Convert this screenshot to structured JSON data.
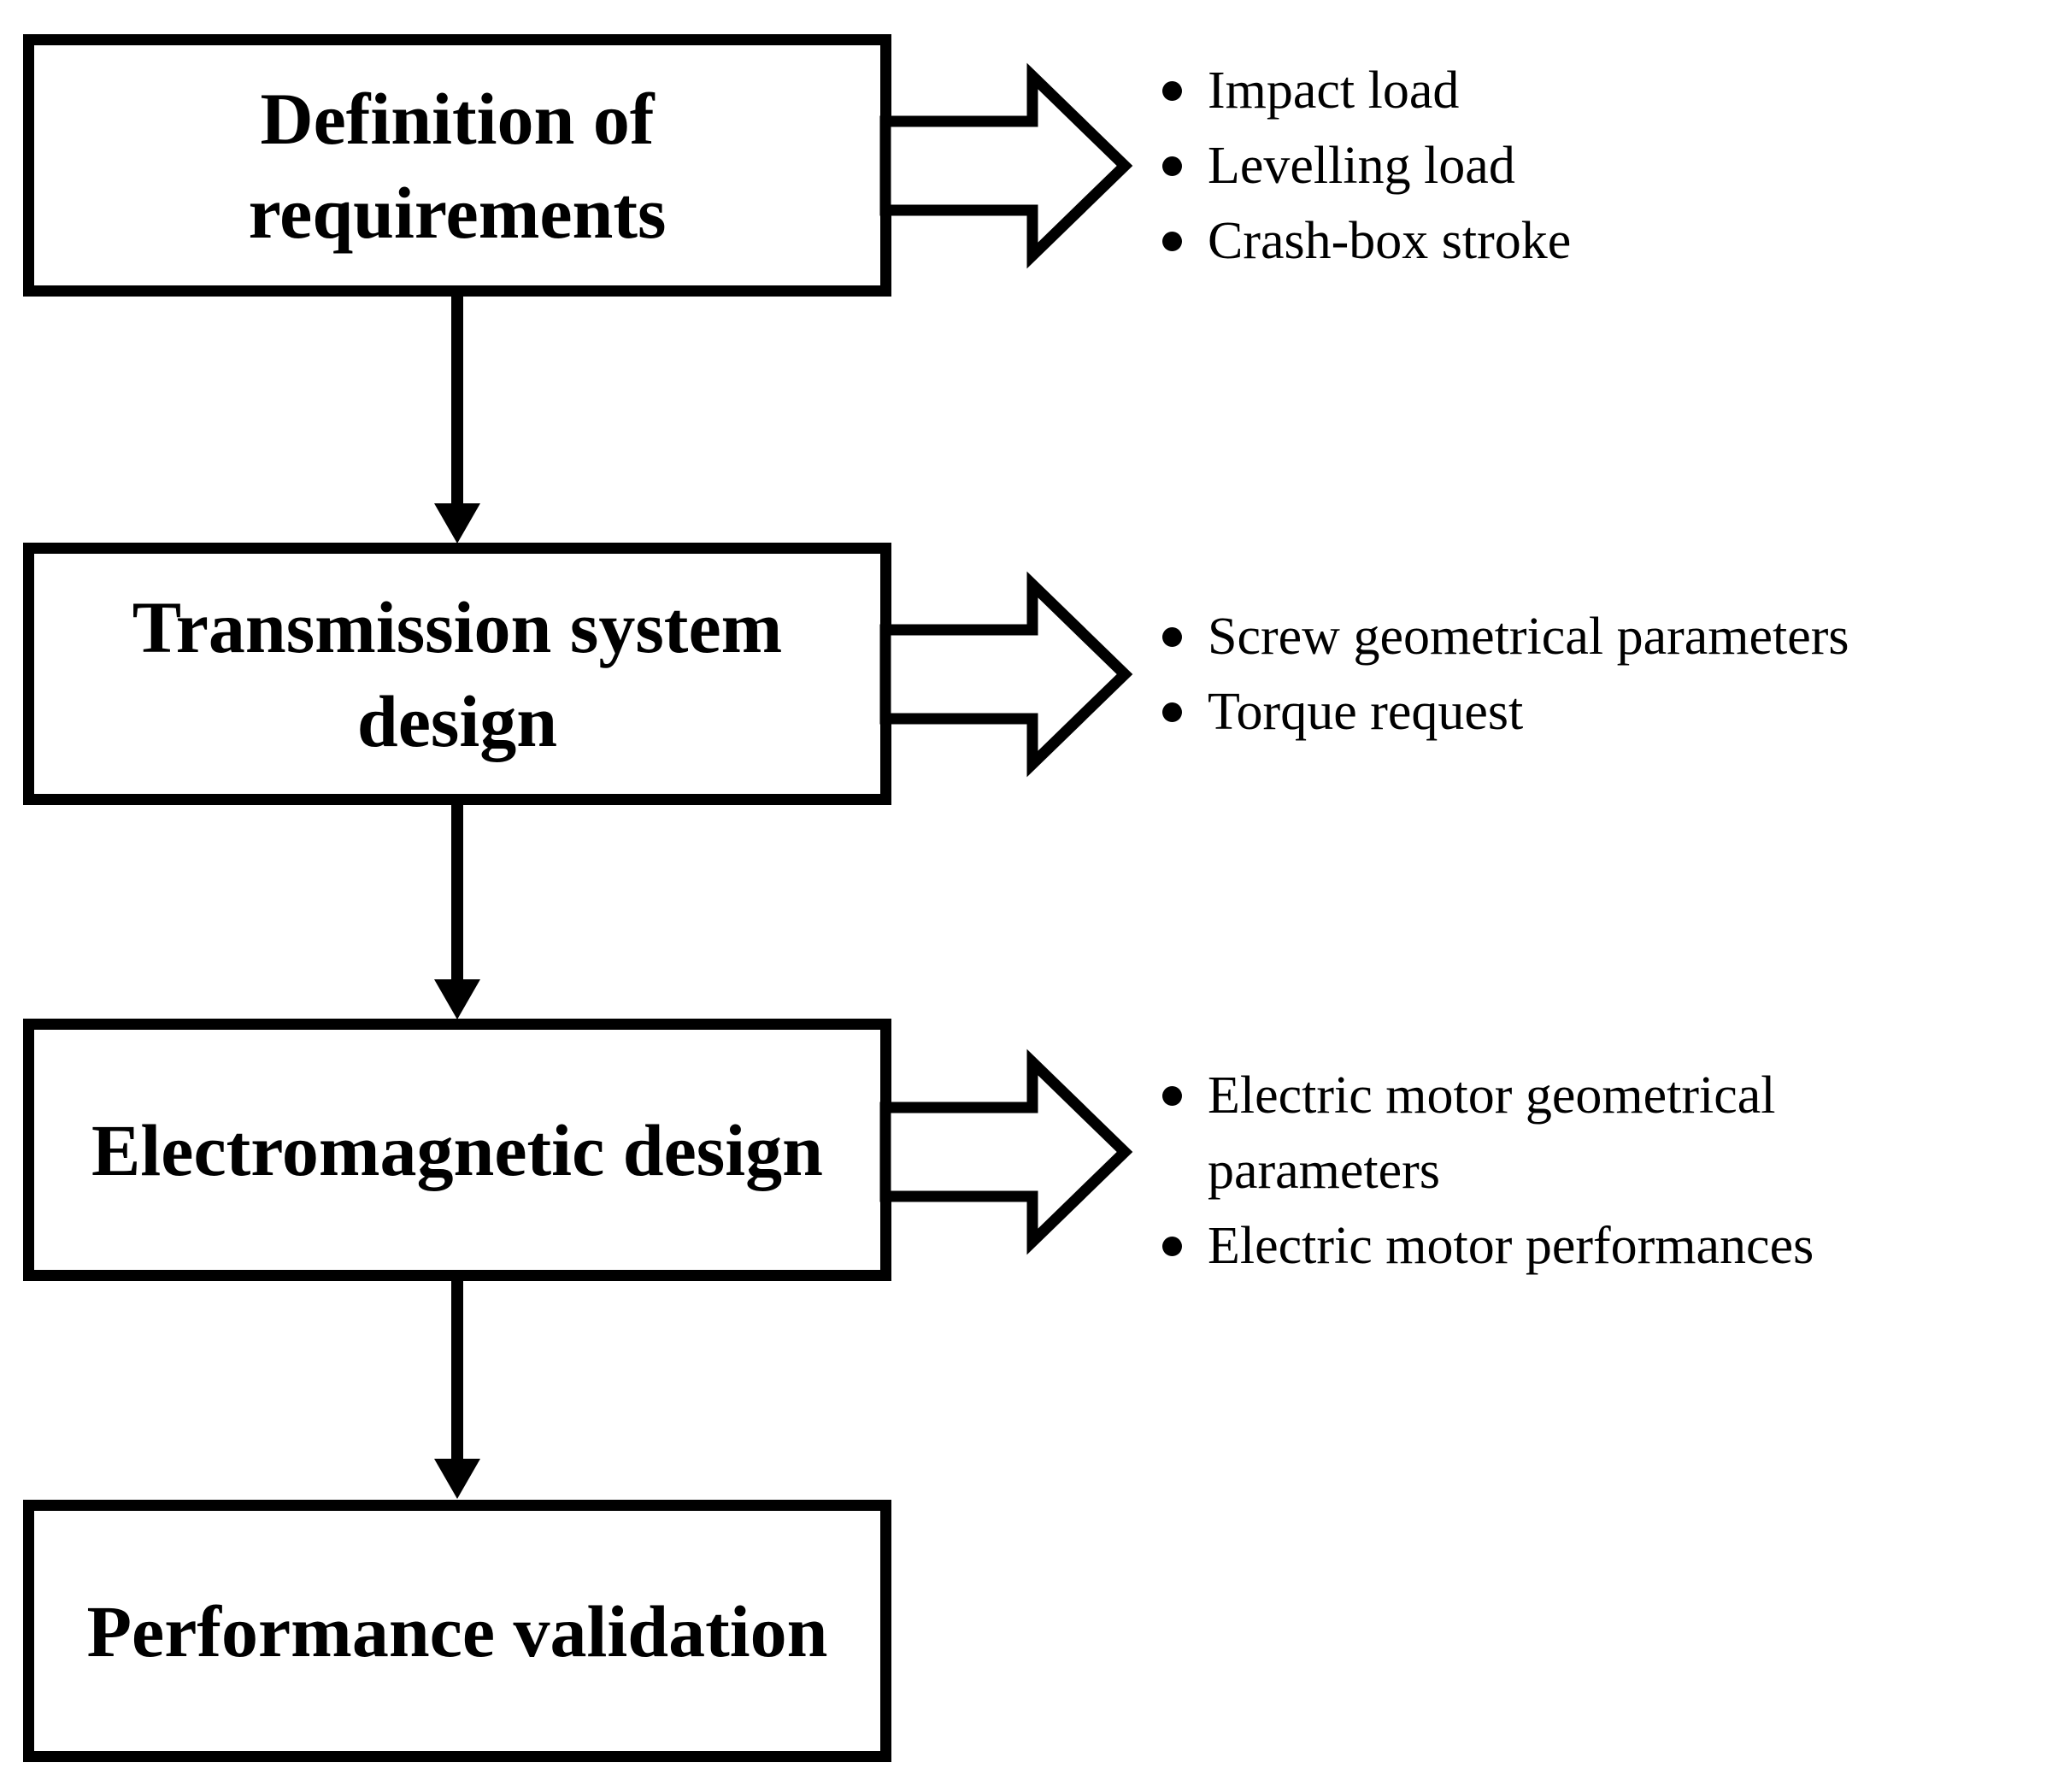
{
  "diagram": {
    "colors": {
      "stroke": "#000000",
      "fill": "#ffffff",
      "text": "#000000"
    },
    "boxes": [
      {
        "label_lines": [
          "Definition of",
          "requirements"
        ]
      },
      {
        "label_lines": [
          "Transmission system",
          "design"
        ]
      },
      {
        "label_lines": [
          "Electromagnetic design"
        ]
      },
      {
        "label_lines": [
          "Performance validation"
        ]
      }
    ],
    "lists": [
      {
        "items": [
          {
            "lines": [
              "Impact load"
            ]
          },
          {
            "lines": [
              "Levelling load"
            ]
          },
          {
            "lines": [
              "Crash-box stroke"
            ]
          }
        ]
      },
      {
        "items": [
          {
            "lines": [
              "Screw geometrical parameters"
            ]
          },
          {
            "lines": [
              "Torque request"
            ]
          }
        ]
      },
      {
        "items": [
          {
            "lines": [
              "Electric motor geometrical",
              "parameters"
            ]
          },
          {
            "lines": [
              "Electric motor performances"
            ]
          }
        ]
      }
    ]
  }
}
